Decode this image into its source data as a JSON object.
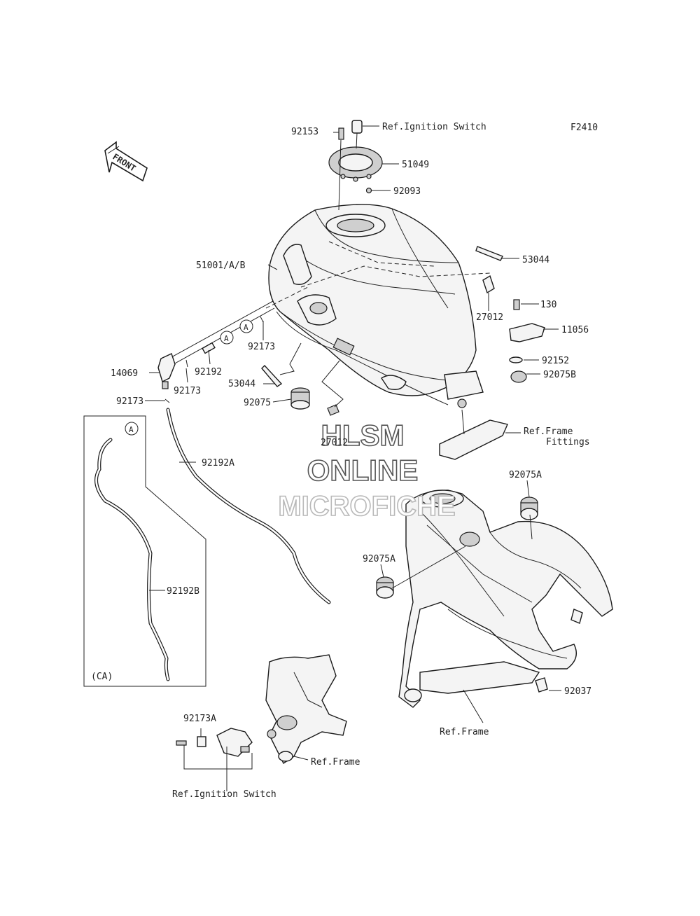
{
  "diagram_code": "F2410",
  "front_arrow_label": "FRONT",
  "watermark": {
    "line1": "HLSM",
    "line2": "ONLINE",
    "line3": "MICROFICHE"
  },
  "callout_a": "A",
  "inset_label": "(CA)",
  "labels": {
    "p92153": "92153",
    "ref_ignition_top": "Ref.Ignition Switch",
    "p51049": "51049",
    "p92093": "92093",
    "p53044_right": "53044",
    "p51001": "51001/A/B",
    "p27012_right": "27012",
    "p130": "130",
    "p11056": "11056",
    "p92152": "92152",
    "p92075B": "92075B",
    "p92173_mid": "92173",
    "p14069": "14069",
    "p92192": "92192",
    "p92173_left": "92173",
    "p92173_low": "92173",
    "p53044_left": "53044",
    "p92075": "92075",
    "p27012_mid": "27012",
    "ref_frame_fittings_1": "Ref.Frame",
    "ref_frame_fittings_2": "Fittings",
    "p92192A": "92192A",
    "p92075A_top": "92075A",
    "p92075A_left": "92075A",
    "p92192B": "92192B",
    "p92037": "92037",
    "ref_frame_right": "Ref.Frame",
    "p92173A": "92173A",
    "ref_frame_left": "Ref.Frame",
    "ref_ignition_bottom": "Ref.Ignition Switch"
  }
}
